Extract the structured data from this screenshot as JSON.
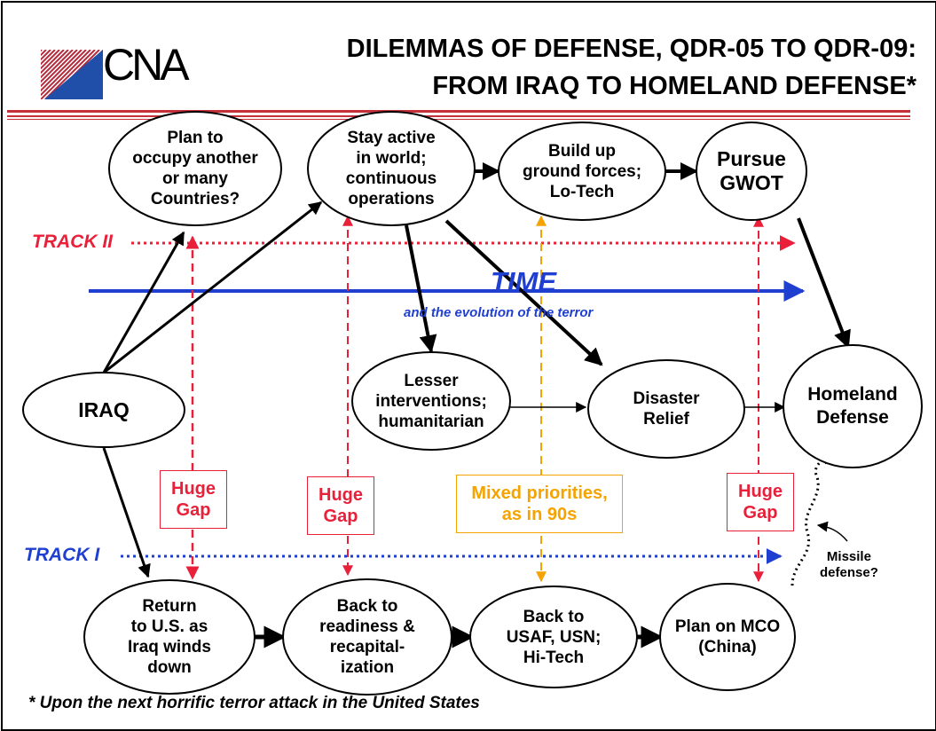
{
  "logo": {
    "text": "CNA",
    "colors": {
      "stripes": "#b52a3a",
      "wedge": "#1f4fa8"
    }
  },
  "title": {
    "line1": "DILEMMAS OF DEFENSE, QDR-05 TO QDR-09:",
    "line2": "FROM IRAQ TO HOMELAND DEFENSE*"
  },
  "nodes": {
    "occupy": "Plan to\noccupy another\nor many\nCountries?",
    "stay_active": "Stay active\nin world;\ncontinuous\noperations",
    "build_up": "Build up\nground forces;\nLo-Tech",
    "gwot": "Pursue\nGWOT",
    "iraq": "IRAQ",
    "lesser": "Lesser\ninterventions;\nhumanitarian",
    "disaster": "Disaster\nRelief",
    "homeland": "Homeland\nDefense",
    "return_us": "Return\nto U.S. as\nIraq winds\ndown",
    "readiness": "Back to\nreadiness &\nrecapital-\nization",
    "usaf": "Back to\nUSAF, USN;\nHi-Tech",
    "mco": "Plan on MCO\n(China)"
  },
  "tracks": {
    "track2": "TRACK II",
    "track1": "TRACK I"
  },
  "time": {
    "label": "TIME",
    "sub": "and the evolution of the terror"
  },
  "gaps": {
    "gap1": "Huge\nGap",
    "gap2": "Huge\nGap",
    "mixed": "Mixed priorities,\nas in 90s",
    "gap3": "Huge\nGap"
  },
  "missile_label": "Missile\ndefense?",
  "footnote": "* Upon the next horrific terror attack in the United States",
  "colors": {
    "red": "#e8203a",
    "blue": "#1f3fd1",
    "orange": "#f4a300",
    "black": "#000000"
  }
}
